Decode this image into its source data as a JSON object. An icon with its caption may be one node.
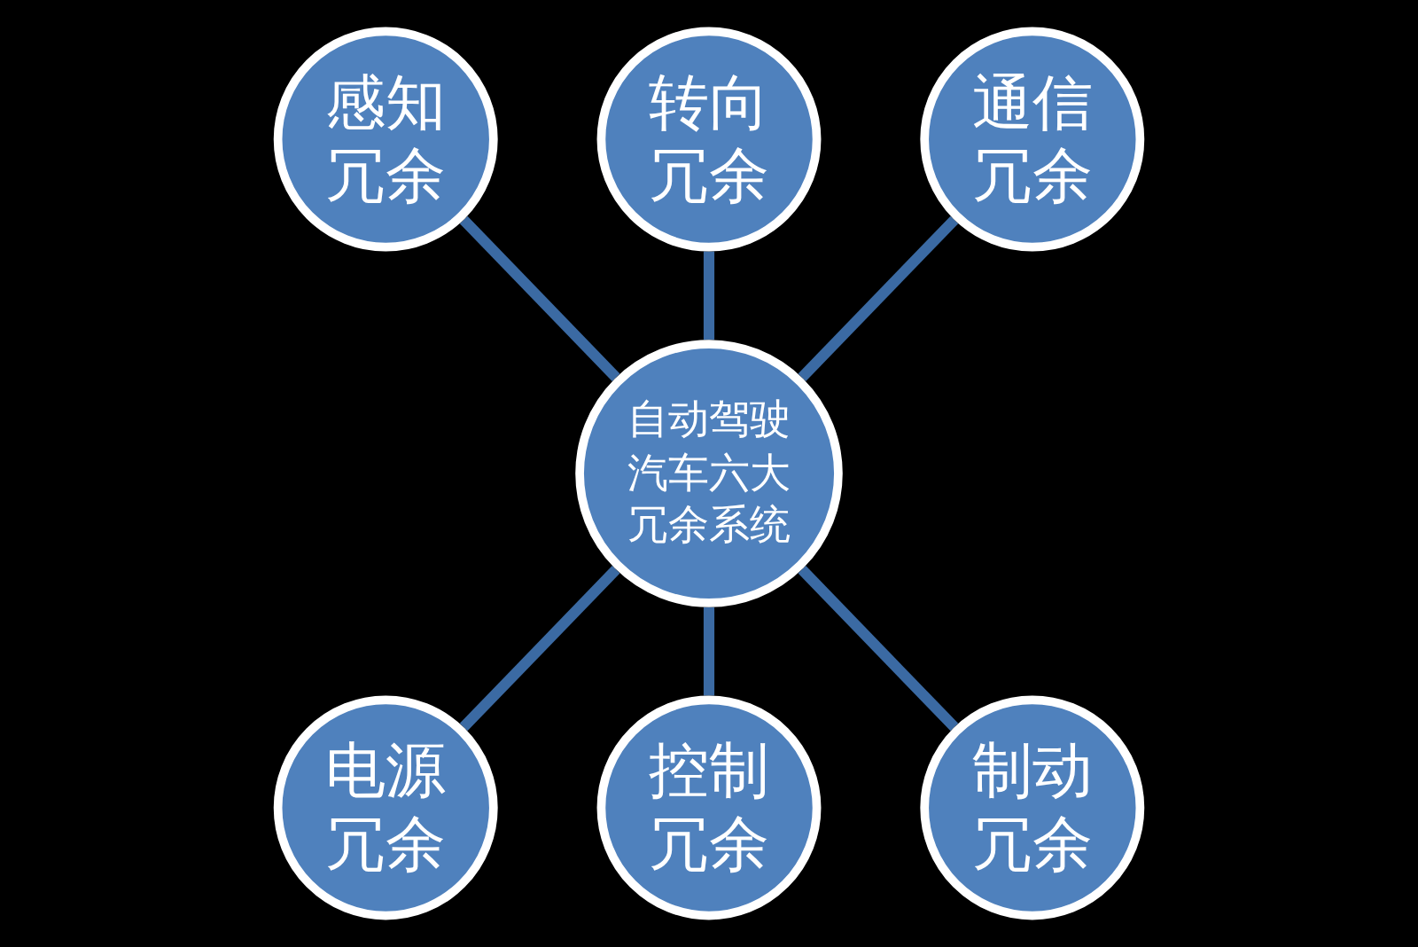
{
  "diagram": {
    "nodes": [
      {
        "text": [
          "感知冗余"
        ]
      },
      {
        "text": [
          "转向冗余"
        ]
      },
      {
        "text": [
          "通信冗余"
        ]
      },
      {
        "text": [
          "自动驾驶汽车六大冗余系统"
        ]
      },
      {
        "text": [
          "电源冗余"
        ]
      },
      {
        "text": [
          "控制冗余"
        ]
      },
      {
        "text": [
          "制动冗余"
        ]
      }
    ],
    "edges": [
      {
        "from": 0,
        "to": 3,
        "arrow": "none"
      },
      {
        "from": 1,
        "to": 3,
        "arrow": "none"
      },
      {
        "from": 2,
        "to": 3,
        "arrow": "none"
      },
      {
        "from": 3,
        "to": 4,
        "arrow": "none"
      },
      {
        "from": 3,
        "to": 5,
        "arrow": "none"
      },
      {
        "from": 3,
        "to": 6,
        "arrow": "none"
      }
    ]
  }
}
